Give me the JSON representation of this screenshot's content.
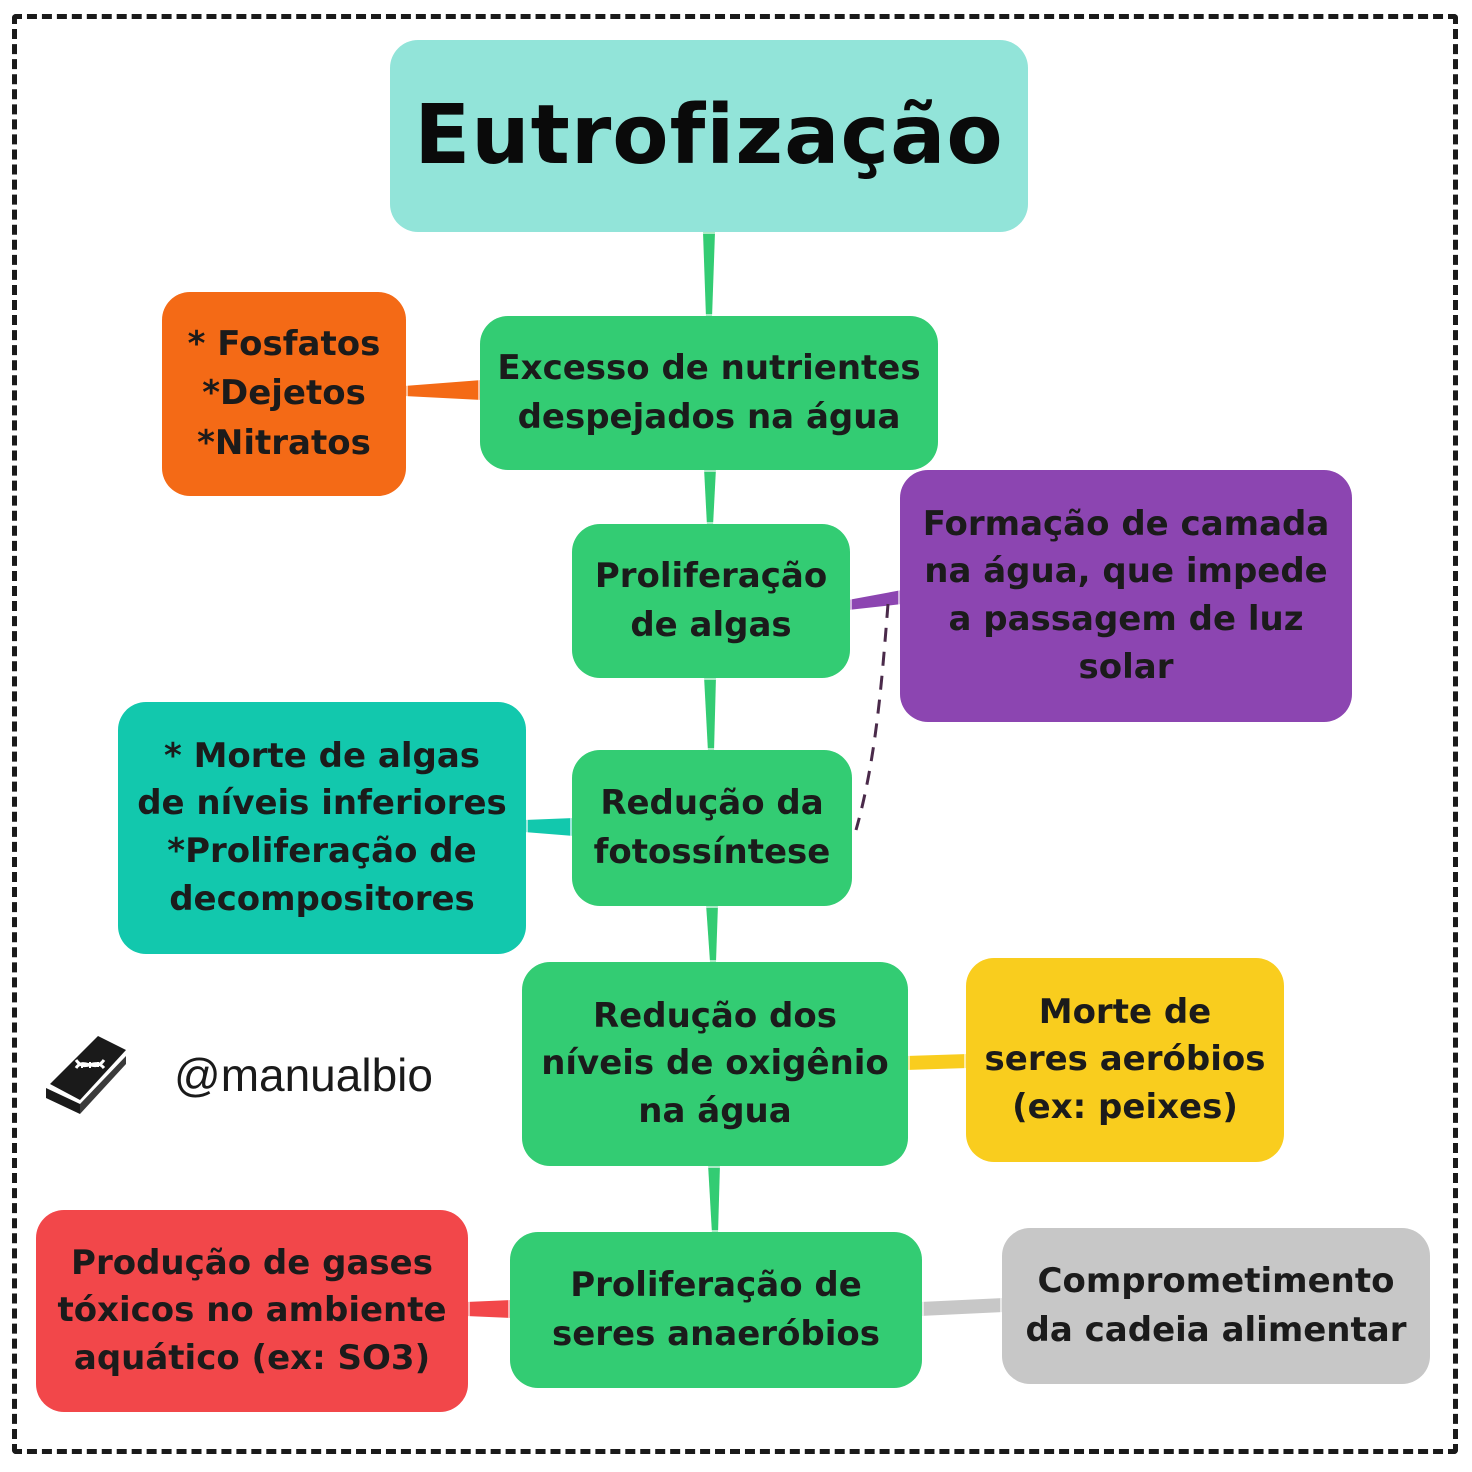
{
  "title": "Eutrofização",
  "nodes": {
    "excesso": "Excesso de nutrientes\ndespejados na água",
    "fontes": "* Fosfatos\n*Dejetos\n*Nitratos",
    "proliferacao_algas": "Proliferação\nde algas",
    "camada": "Formação de camada\nna água, que impede\na passagem de luz\nsolar",
    "reducao_fotossintese": "Redução da\nfotossíntese",
    "morte_algas": "* Morte de algas\nde níveis inferiores\n*Proliferação de\ndecompositores",
    "reducao_oxigenio": "Redução dos\nníveis de oxigênio\nna água",
    "morte_aerobios": "Morte de\nseres aeróbios\n(ex: peixes)",
    "anaerobios": "Proliferação de\nseres anaeróbios",
    "gases": "Produção de gases\ntóxicos no ambiente\naquático (ex: SO3)",
    "cadeia": "Comprometimento\nda cadeia alimentar"
  },
  "brand": {
    "handle": "@manualbio",
    "icon": "dna-book-icon"
  },
  "colors": {
    "title": "#92e4d9",
    "main": "#33cc73",
    "orange": "#f46a16",
    "purple": "#8c45b1",
    "teal": "#12c8ad",
    "yellow": "#f9cd1e",
    "red": "#f2474a",
    "gray": "#c7c7c7"
  }
}
